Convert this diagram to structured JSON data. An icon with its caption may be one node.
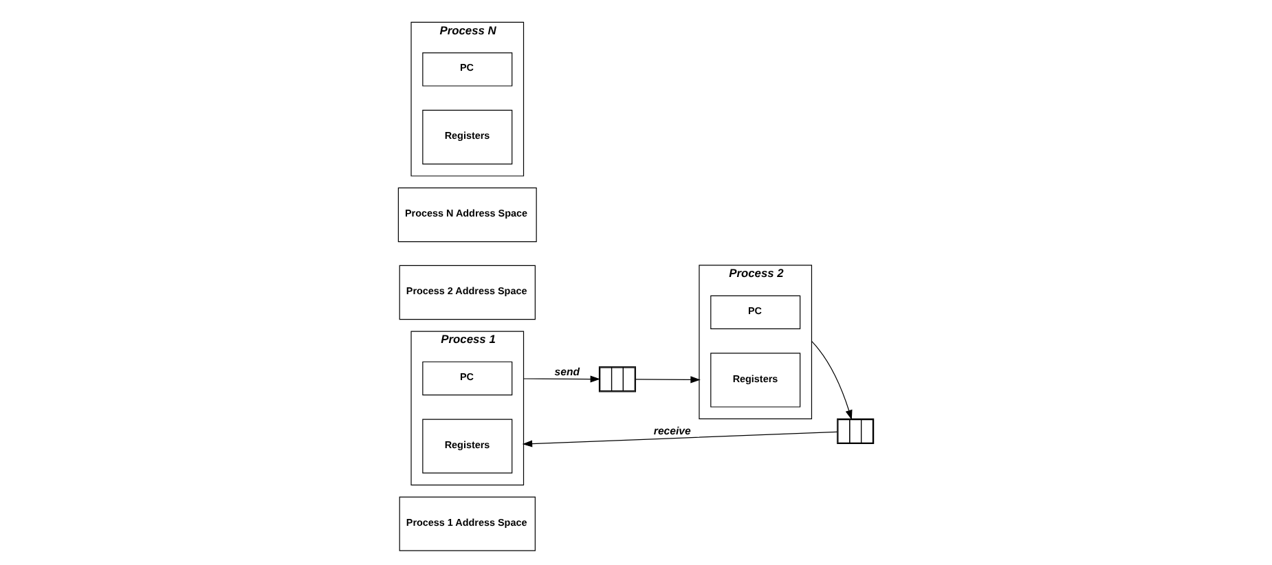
{
  "diagram": {
    "nodes": [
      {
        "text": [
          "Process 1 Address Space"
        ]
      },
      {
        "text": [
          "Process 1"
        ]
      },
      {
        "text": [
          "PC"
        ],
        "in": 1
      },
      {
        "text": [
          "Registers"
        ],
        "in": 1
      },
      {
        "text": [],
        "shape": "queue"
      },
      {
        "text": [],
        "shape": "queue"
      },
      {
        "text": [
          "Process 2 Address Space"
        ]
      },
      {
        "text": [
          "Process 2"
        ]
      },
      {
        "text": [
          "PC"
        ],
        "in": 7
      },
      {
        "text": [
          "Registers"
        ],
        "in": 7
      },
      {
        "text": [
          "Process N Address Space"
        ]
      },
      {
        "text": [
          "Process N"
        ]
      },
      {
        "text": [
          "PC"
        ],
        "in": 11
      },
      {
        "text": [
          "Registers"
        ],
        "in": 11
      }
    ],
    "edges": [
      {
        "from": 1,
        "to": 4,
        "arrow": "to",
        "label": "send"
      },
      {
        "from": 4,
        "to": 7,
        "arrow": "to"
      },
      {
        "from": 7,
        "to": 5,
        "arrow": "to"
      },
      {
        "from": 5,
        "to": 1,
        "arrow": "to",
        "label": "receive"
      }
    ]
  }
}
